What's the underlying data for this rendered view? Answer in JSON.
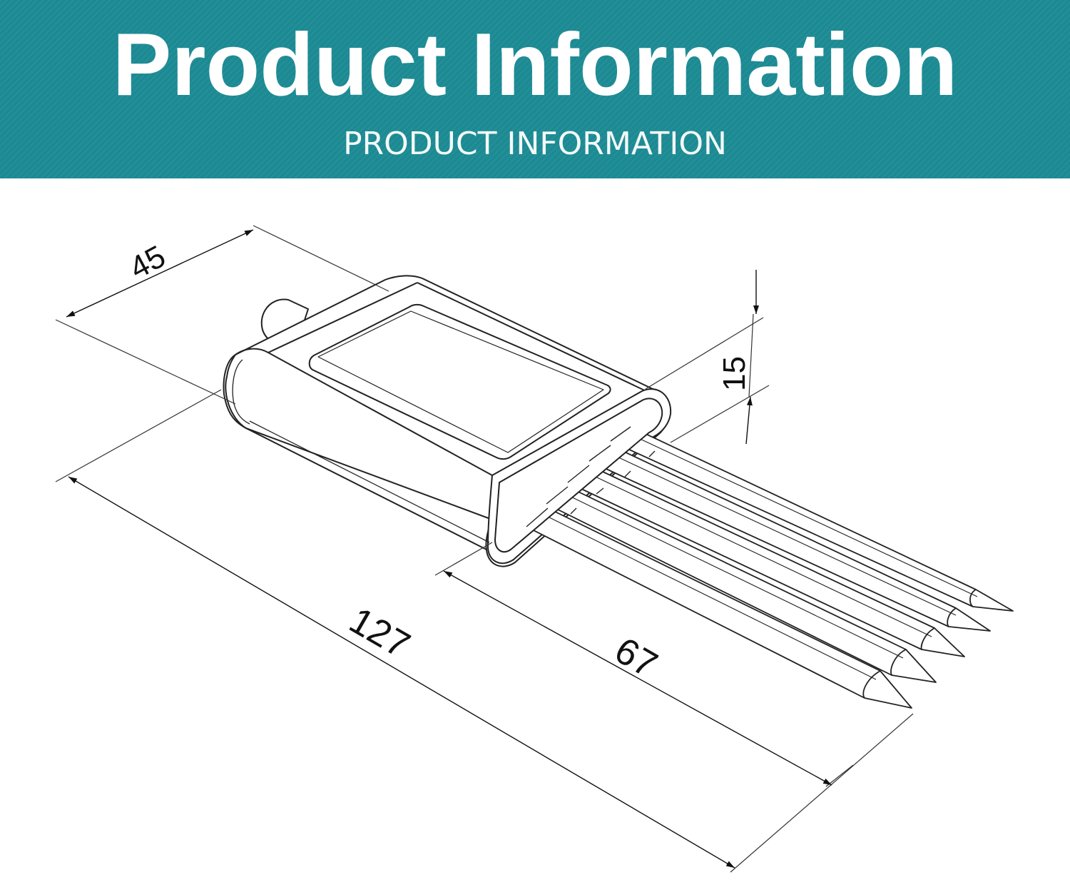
{
  "header": {
    "title": "Product Information",
    "subtitle": "PRODUCT INFORMATION"
  },
  "dimensions": {
    "width": "45",
    "height": "15",
    "total_length": "127",
    "probe_length": "67"
  },
  "colors": {
    "banner": "#1c8a93",
    "banner_text": "#ffffff",
    "line": "#222222",
    "background": "#ffffff"
  }
}
